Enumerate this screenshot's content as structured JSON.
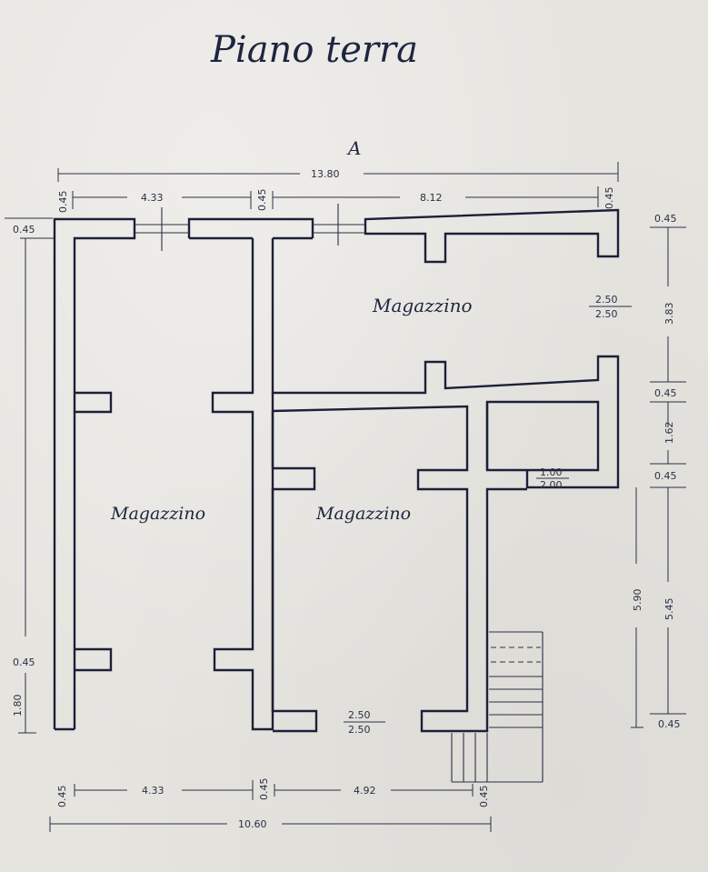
{
  "title": "Piano terra",
  "north_mark": "A",
  "rooms": [
    {
      "label": "Magazzino"
    },
    {
      "label": "Magazzino"
    },
    {
      "label": "Magazzino"
    }
  ],
  "openings": [
    {
      "top": "2.50",
      "bottom": "2.50"
    },
    {
      "top": "1.00",
      "bottom": "2.00"
    },
    {
      "top": "2.50",
      "bottom": "2.50"
    }
  ],
  "dimensions": {
    "top_total": "13.80",
    "top_wall_left": "0.45",
    "top_span_left": "4.33",
    "top_wall_mid": "0.45",
    "top_span_right": "8.12",
    "top_wall_right": "0.45",
    "right_top_wall": "0.45",
    "right_span_1": "3.83",
    "right_wall_2": "0.45",
    "right_span_2": "1.62",
    "right_wall_3": "0.45",
    "right_span_3": "5.45",
    "right_inner": "5.90",
    "right_bottom_wall": "0.45",
    "left_top_wall": "0.45",
    "left_wall_lower": "0.45",
    "left_span_lower": "1.80",
    "bottom_wall_left": "0.45",
    "bottom_span_left": "4.33",
    "bottom_wall_mid": "0.45",
    "bottom_span_right": "4.92",
    "bottom_wall_right": "0.45",
    "bottom_total": "10.60"
  }
}
